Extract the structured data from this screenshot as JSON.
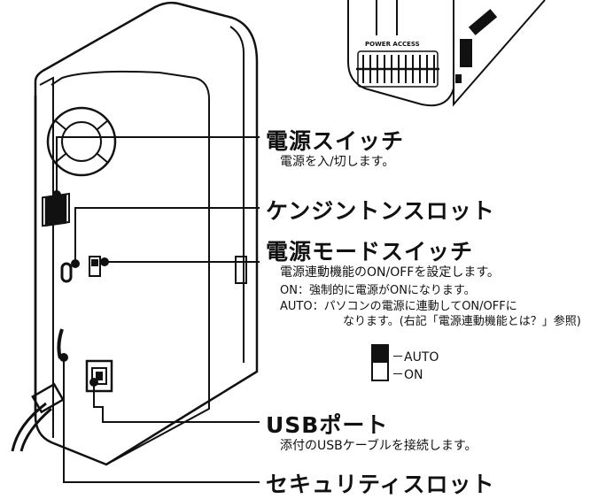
{
  "device_top_label": "POWER ACCESS",
  "callouts": {
    "power_switch": {
      "title": "電源スイッチ",
      "desc": "電源を入/切します。"
    },
    "kensington_slot": {
      "title": "ケンジントンスロット"
    },
    "power_mode_switch": {
      "title": "電源モードスイッチ",
      "desc": "電源連動機能のON/OFFを設定します。",
      "on_desc": "ON：強制的に電源がONになります。",
      "auto_desc_1": "AUTO：パソコンの電源に連動してON/OFFに",
      "auto_desc_2": "なります。(右記「電源連動機能とは？」参照)"
    },
    "usb_port": {
      "title": "USBポート",
      "desc": "添付のUSBケーブルを接続します。"
    },
    "security_slot": {
      "title": "セキュリティスロット"
    }
  },
  "switch_legend": {
    "auto": "－AUTO",
    "on": "－ON"
  }
}
